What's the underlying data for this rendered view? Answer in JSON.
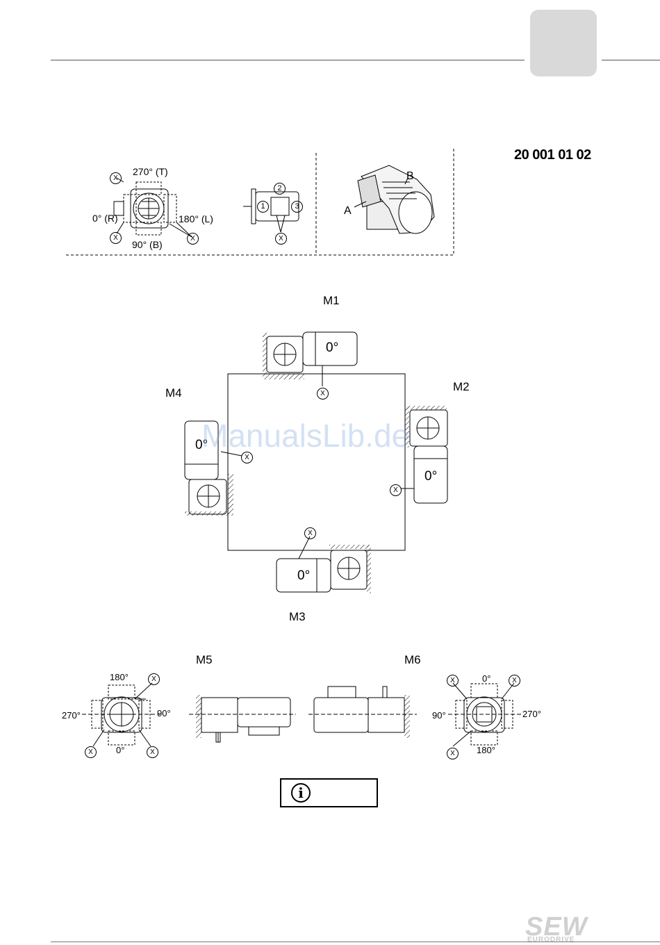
{
  "document": {
    "number": "20 001 01 02",
    "watermark": "ManualsLib.de",
    "brand": "SEW",
    "brand_sub": "EURODRIVE"
  },
  "top_diagram": {
    "angle_top": "270° (T)",
    "angle_left": "0° (R)",
    "angle_right": "180° (L)",
    "angle_bottom": "90° (B)",
    "x_mark": "X",
    "terminal_1": "1",
    "terminal_2": "2",
    "terminal_3": "3",
    "label_a": "A",
    "label_b": "B"
  },
  "mounting_positions": {
    "m1": "M1",
    "m2": "M2",
    "m3": "M3",
    "m4": "M4",
    "m5": "M5",
    "m6": "M6",
    "zero_angle": "0°"
  },
  "m5_angles": {
    "top": "180°",
    "left": "270°",
    "right": "90°",
    "bottom": "0°"
  },
  "m6_angles": {
    "top": "0°",
    "left": "90°",
    "right": "270°",
    "bottom": "180°"
  },
  "info_icon": "i"
}
